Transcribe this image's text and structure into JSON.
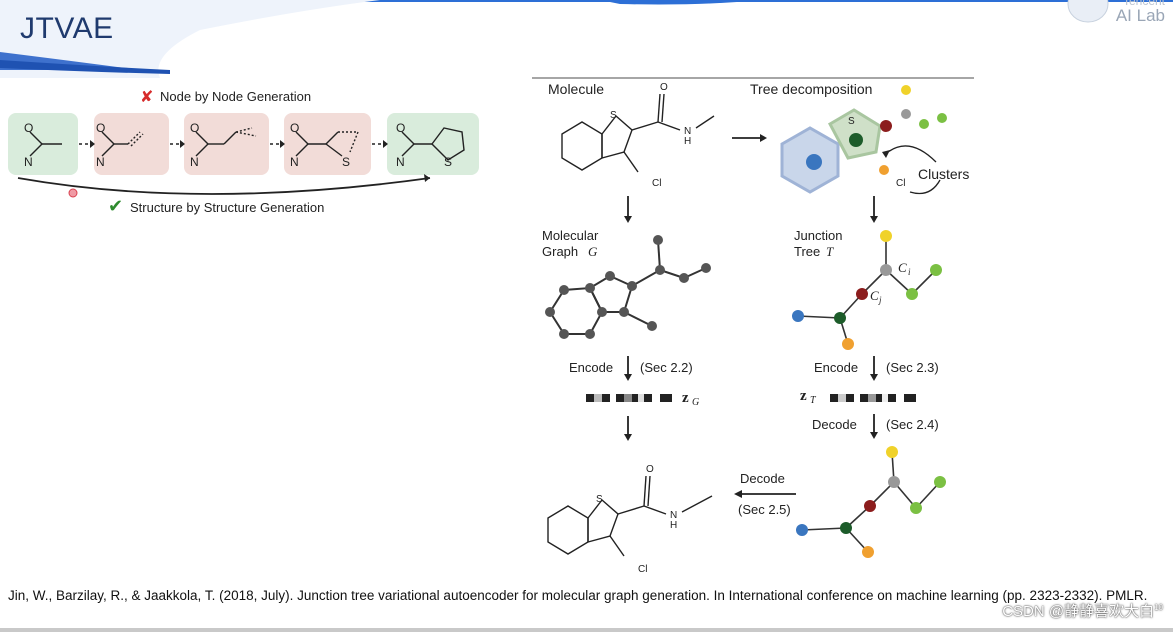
{
  "slide": {
    "title": "JTVAE",
    "lab_logo": {
      "line1": "Tencent",
      "line2": "AI Lab"
    },
    "colors": {
      "title": "#1f3a6e",
      "header_band": "#1f5fc9",
      "green_box": "#d9ecdc",
      "red_box": "#f2dcd8"
    }
  },
  "left_figure": {
    "node_label": "Node by Node Generation",
    "structure_label": "Structure by Structure Generation",
    "cross_icon": "✘",
    "check_icon": "✔",
    "atoms": {
      "O": "O",
      "N": "N",
      "S": "S"
    }
  },
  "right_figure": {
    "molecule_label": "Molecule",
    "tree_decomposition_label": "Tree decomposition",
    "clusters_label": "Clusters",
    "molecular_graph_label_1": "Molecular",
    "molecular_graph_label_2": "Graph",
    "graph_symbol": "G",
    "junction_tree_label_1": "Junction",
    "junction_tree_label_2": "Tree",
    "tree_symbol": "T",
    "ci_label": "C",
    "ci_sub": "i",
    "cj_label": "C",
    "cj_sub": "j",
    "encode_left": "Encode",
    "sec_left_encode": "(Sec 2.2)",
    "encode_right": "Encode",
    "sec_right_encode": "(Sec 2.3)",
    "zg_label": "z",
    "zg_sub": "G",
    "zt_label": "z",
    "zt_sub": "T",
    "decode_right": "Decode",
    "sec_right_decode": "(Sec 2.4)",
    "decode_bottom": "Decode",
    "sec_bottom": "(Sec 2.5)",
    "atoms": {
      "S": "S",
      "O": "O",
      "N": "N",
      "H": "H",
      "Cl": "Cl"
    }
  },
  "citation": "Jin, W., Barzilay, R., & Jaakkola, T. (2018, July). Junction tree variational autoencoder for molecular graph generation. In International conference on machine learning (pp. 2323-2332). PMLR.",
  "watermark": {
    "text": "CSDN @静静喜欢大白",
    "sup": "10"
  }
}
